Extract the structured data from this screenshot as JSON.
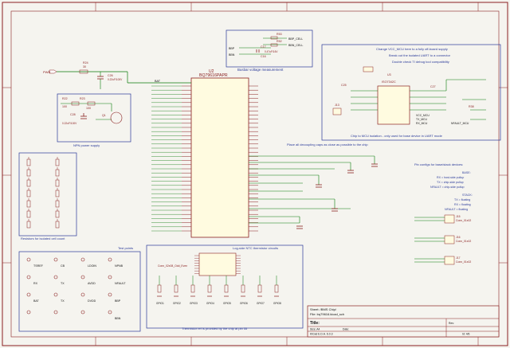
{
  "schematic": {
    "u2": {
      "ref": "U2",
      "value": "BQ79616PAPR"
    },
    "batt_cap": {
      "ref": "C26",
      "value": "0.22uF/100V",
      "net": "PWR",
      "r_ref": "R24",
      "r_val": "30"
    },
    "bat_label": "BAT",
    "busbar_block": {
      "title": "Busbar voltage measurement",
      "parts": [
        "R53",
        "R52",
        "C17",
        "C16"
      ],
      "nets": [
        "BBP",
        "BBN",
        "BBP_CELL",
        "BBN_CELL"
      ],
      "cap_val": "0.47uF/16V"
    },
    "npn_block": {
      "title": "NPN power supply",
      "parts": [
        "R22",
        "R23",
        "C28",
        "Q1"
      ],
      "r22": "100",
      "r23": "100",
      "c28": "0.22uF/100V"
    },
    "iso_block": {
      "notes": [
        "Change VCC_MCU here to a fully off-board supply",
        "Break out the isolated UART to a connector",
        "Double check TI debug tool compatibility"
      ],
      "chip": "ISO7342C",
      "caption": "Chip to MCU isolation - only used for base device in UART mode",
      "parts": [
        "C25",
        "C27",
        "R38",
        "U3",
        "J13"
      ],
      "nets": [
        "VCC_MCU",
        "TX_MCU",
        "RX_MCU",
        "NFAULT_MCU"
      ]
    },
    "decoupling_note": "Place all decoupling caps as close as possible to the chip",
    "pin_config": {
      "title": "Pin configs for base/stack devices:",
      "lines": [
        "BASE:",
        "RX = host-side pullup",
        "TX = chip-side pullup",
        "NFAULT = chip-side pullup",
        "STACK:",
        "TX = floating",
        "RX = floating",
        "NFAULT = floating"
      ]
    },
    "resistor_block": {
      "title": "Resistors for isolated cell count"
    },
    "thermistor_block": {
      "title": "Log-side NTC thermistor circuits",
      "footer": "Thermistor ref is provided by the chip at pin 55",
      "connector": "Conn_02x08_Odd_Even",
      "gpio": [
        "GPIO1",
        "GPIO2",
        "GPIO3",
        "GPIO4",
        "GPIO5",
        "GPIO6",
        "GPIO7",
        "GPIO8"
      ]
    },
    "test_points": {
      "title": "Test points",
      "row1": [
        "TSREF",
        "CB",
        "LDOIN",
        "NPNB"
      ],
      "row2": [
        "RX",
        "TX",
        "AVDD",
        "NFAULT"
      ],
      "row3": [
        "BAT",
        "TX",
        "DVDD",
        "BBP"
      ],
      "row4": [
        "",
        "",
        "",
        "BBN"
      ]
    },
    "title_block": {
      "sheet": "Sheet: /BMS Chip/",
      "file": "File: bq79616.kicad_sch",
      "title_label": "Title:",
      "size": "Size: A4",
      "date": "Date:",
      "rev": "Rev:",
      "kicad": "KiCad E.D.A. 6.0.3",
      "id": "Id: 4/6"
    },
    "connectors": [
      {
        "ref": "J15",
        "name": "Conn_01x02"
      },
      {
        "ref": "J16",
        "name": "Conn_01x02"
      },
      {
        "ref": "J17",
        "name": "Conn_01x02"
      }
    ]
  }
}
